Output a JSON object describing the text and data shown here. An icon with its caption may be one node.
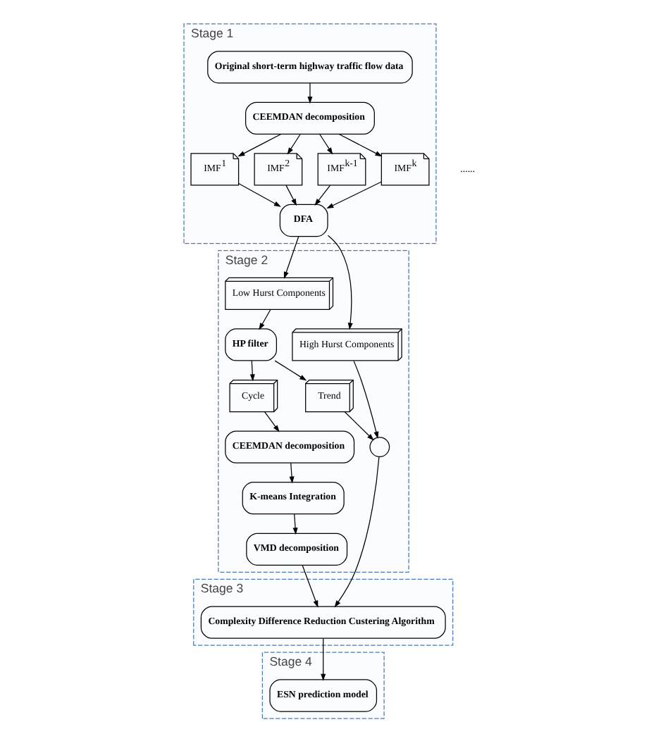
{
  "diagram": {
    "nodes": [
      {
        "text": [
          "Stage 1"
        ]
      },
      {
        "text": [
          "Original short-term highway traffic flow data"
        ],
        "in": 0
      },
      {
        "text": [
          "CEEMDAN decomposition"
        ],
        "in": 0
      },
      {
        "text": [
          "IMF$^{1}$"
        ],
        "in": 0
      },
      {
        "text": [
          "IMF$^{2}$"
        ],
        "in": 0
      },
      {
        "text": [
          "IMF$^{k-1}$"
        ],
        "in": 0
      },
      {
        "text": [
          "IMF$^{k}$"
        ],
        "in": 0
      },
      {
        "text": [
          "DFA"
        ],
        "in": 0
      },
      {
        "text": [
          "Stage 2"
        ]
      },
      {
        "text": [
          "Low Hurst Components"
        ],
        "in": 8
      },
      {
        "text": [
          "High Hurst Components"
        ],
        "in": 8
      },
      {
        "text": [
          "HP filter"
        ],
        "in": 8
      },
      {
        "text": [
          "Cycle"
        ],
        "in": 8
      },
      {
        "text": [
          "Trend"
        ],
        "in": 8
      },
      {
        "text": [
          "CEEMDAN decomposition"
        ],
        "in": 8
      },
      {
        "text": [
          "K-means Integration"
        ],
        "in": 8
      },
      {
        "text": [
          "VMD decomposition"
        ],
        "in": 8
      },
      {
        "text": [],
        "shape": "circle",
        "in": 8
      },
      {
        "text": [
          "Stage 3"
        ]
      },
      {
        "text": [
          "Complexity Difference Reduction Custering Algorithm"
        ],
        "in": 18
      },
      {
        "text": [
          "Stage 4"
        ]
      },
      {
        "text": [
          "ESN prediction model"
        ],
        "in": 20
      }
    ],
    "edges": [
      {
        "from": 1,
        "to": 2,
        "arrow": "to"
      },
      {
        "from": 2,
        "to": 3,
        "arrow": "to"
      },
      {
        "from": 2,
        "to": 4,
        "arrow": "to"
      },
      {
        "from": 2,
        "to": 5,
        "arrow": "to"
      },
      {
        "from": 2,
        "to": 6,
        "arrow": "to"
      },
      {
        "from": 3,
        "to": 7,
        "arrow": "to"
      },
      {
        "from": 4,
        "to": 7,
        "arrow": "to"
      },
      {
        "from": 5,
        "to": 7,
        "arrow": "to"
      },
      {
        "from": 6,
        "to": 7,
        "arrow": "to"
      },
      {
        "from": 7,
        "to": 9,
        "arrow": "to"
      },
      {
        "from": 7,
        "to": 10,
        "arrow": "to"
      },
      {
        "from": 9,
        "to": 11,
        "arrow": "to"
      },
      {
        "from": 11,
        "to": 12,
        "arrow": "to"
      },
      {
        "from": 11,
        "to": 13,
        "arrow": "to"
      },
      {
        "from": 12,
        "to": 14,
        "arrow": "to"
      },
      {
        "from": 14,
        "to": 15,
        "arrow": "to"
      },
      {
        "from": 15,
        "to": 16,
        "arrow": "to"
      },
      {
        "from": 13,
        "to": 17,
        "arrow": "to"
      },
      {
        "from": 10,
        "to": 17,
        "arrow": "to"
      },
      {
        "from": 16,
        "to": 19,
        "arrow": "to"
      },
      {
        "from": 17,
        "to": 19,
        "arrow": "to"
      },
      {
        "from": 19,
        "to": 21,
        "arrow": "to"
      }
    ],
    "labels": [
      "......"
    ]
  }
}
